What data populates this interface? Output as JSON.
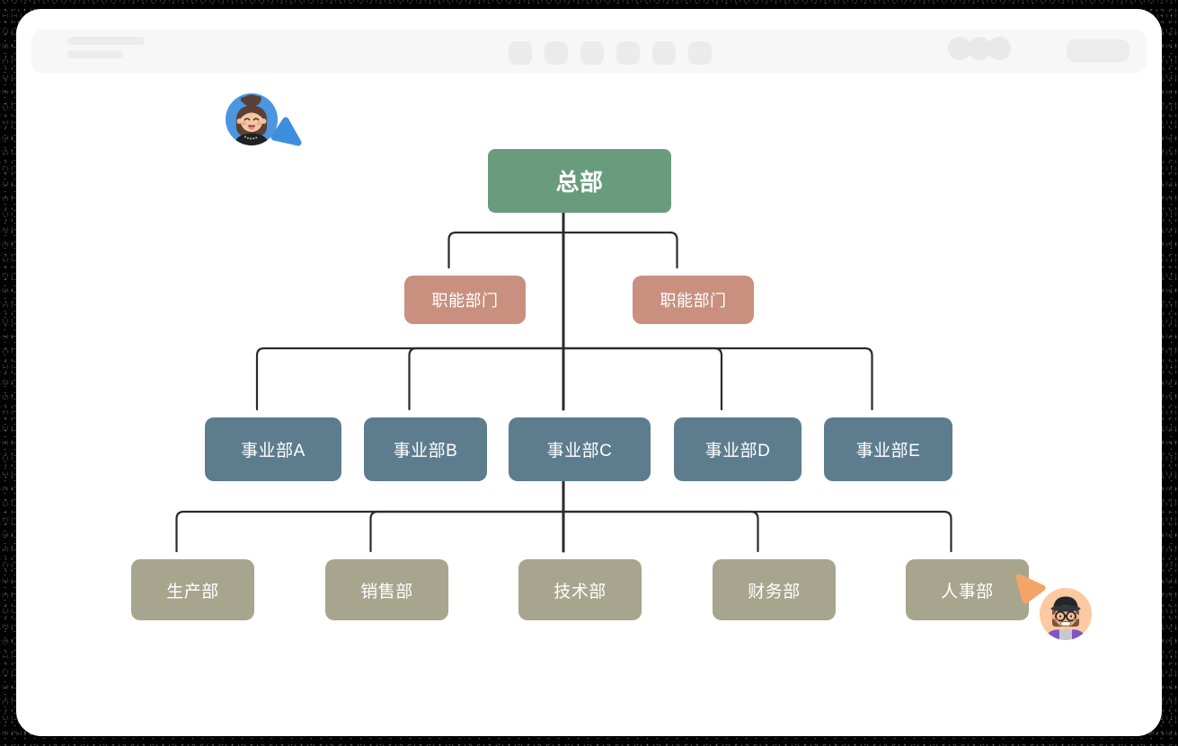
{
  "chrome": {
    "header_bg": "#f7f7f7",
    "placeholder_color": "#ebebeb",
    "menu_lines_count": 2,
    "tab_squares_count": 6,
    "member_circles_count": 3,
    "action_button_present": true
  },
  "org_chart": {
    "connector_color": "#2b2b2b",
    "nodes": {
      "hq": {
        "label": "总部",
        "color": "#689c7d"
      },
      "func1": {
        "label": "职能部门",
        "color": "#c9907f"
      },
      "func2": {
        "label": "职能部门",
        "color": "#c9907f"
      },
      "divA": {
        "label": "事业部A",
        "color": "#5d7d8f"
      },
      "divB": {
        "label": "事业部B",
        "color": "#5d7d8f"
      },
      "divC": {
        "label": "事业部C",
        "color": "#5d7d8f"
      },
      "divD": {
        "label": "事业部D",
        "color": "#5d7d8f"
      },
      "divE": {
        "label": "事业部E",
        "color": "#5d7d8f"
      },
      "prod": {
        "label": "生产部",
        "color": "#a7a58e"
      },
      "sales": {
        "label": "销售部",
        "color": "#a7a58e"
      },
      "tech": {
        "label": "技术部",
        "color": "#a7a58e"
      },
      "fin": {
        "label": "财务部",
        "color": "#a7a58e"
      },
      "hr": {
        "label": "人事部",
        "color": "#a7a58e"
      }
    },
    "structure": {
      "root": "hq",
      "children": {
        "hq": [
          "func1",
          "func2",
          "divA",
          "divB",
          "divC",
          "divD",
          "divE"
        ],
        "divC": [
          "prod",
          "sales",
          "tech",
          "fin",
          "hr"
        ]
      }
    }
  },
  "collaborators": [
    {
      "id": "collaborator-1",
      "avatar": "woman-bun-avatar",
      "avatar_bg": "#4b96de",
      "cursor_color": "#3d8edd",
      "location": "near-hq-node"
    },
    {
      "id": "collaborator-2",
      "avatar": "man-cap-glasses-avatar",
      "avatar_bg": "#fcc9a1",
      "cursor_color": "#f2a566",
      "location": "near-hr-node"
    }
  ]
}
